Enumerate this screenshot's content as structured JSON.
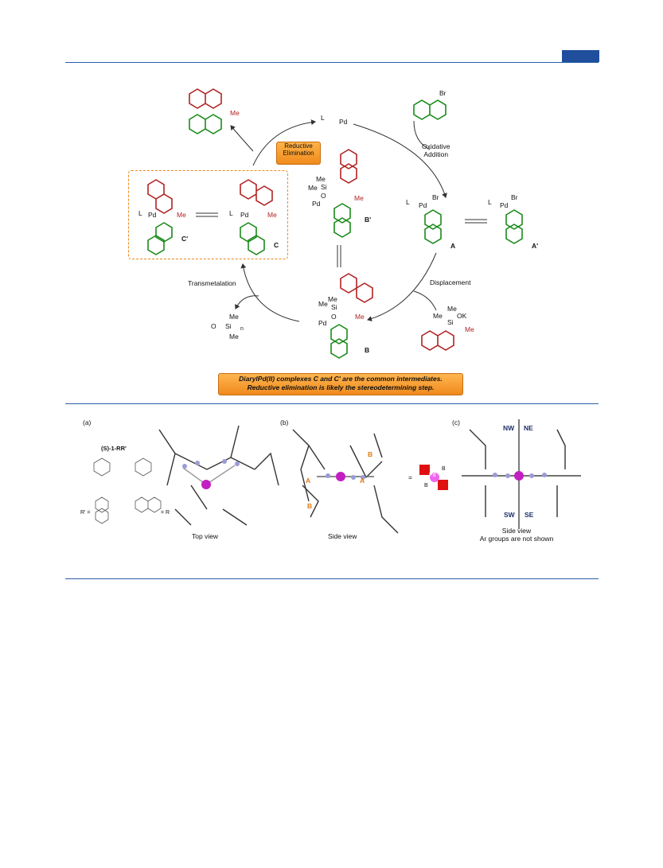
{
  "scheme": {
    "reductive_elimination": [
      "Reductive",
      "Elimination"
    ],
    "oxidative_addition": [
      "Oxidative",
      "Addition"
    ],
    "displacement": "Displacement",
    "transmetalation": "Transmetalation",
    "pd": "Pd",
    "l": "L",
    "br": "Br",
    "me": "Me",
    "si": "Si",
    "o": "O",
    "ok": "OK",
    "n": "n",
    "labels": {
      "a": "A",
      "a_prime": "A'",
      "b": "B",
      "b_prime": "B'",
      "c": "C",
      "c_prime": "C'"
    },
    "banner": [
      "DiarylPd(II) complexes C and C' are the common intermediates.",
      "Reductive elimination is likely the stereodetermining step."
    ]
  },
  "figure": {
    "panel_a": "(a)",
    "panel_b": "(b)",
    "panel_c": "(c)",
    "complex_label": "(S)-1-RR'",
    "r_prime_eq": "R' =",
    "r_eq": "= R",
    "top_view": "Top view",
    "side_view": "Side view",
    "side_view_c": "Side view",
    "ar_note": "Ar groups are not shown",
    "ring_a": "A",
    "ring_b": "B",
    "quadrants": {
      "nw": "NW",
      "ne": "NE",
      "sw": "SW",
      "se": "SE"
    },
    "eq_sign": "=",
    "pd_small": "Pd"
  },
  "colors": {
    "accent": "#1f4f9c",
    "green": "#1a8a1a",
    "red": "#b22222",
    "orange": "#f08a1c",
    "pd_magenta": "#c21fc2"
  }
}
